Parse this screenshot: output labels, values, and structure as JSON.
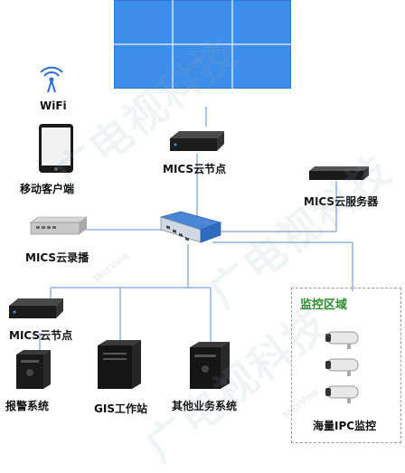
{
  "nodes": {
    "wifi": "WiFi",
    "mobile_client": "移动客户端",
    "mics_cloud_node_top": "MICS云节点",
    "mics_cloud_server": "MICS云服务器",
    "mics_cloud_recorder": "MICS云录播",
    "mics_cloud_node_left": "MICS云节点",
    "alarm_system": "报警系统",
    "gis_workstation": "GIS工作站",
    "other_systems": "其他业务系统",
    "monitor_zone_title": "监控区域",
    "ipc_monitor": "海量IPC监控"
  },
  "watermark": {
    "brand_cn": "广电视科技",
    "brand_en": "MicsView"
  },
  "colors": {
    "video_wall": "#3d8ee8",
    "line": "#8fb4d8",
    "zone_title": "#2e8b2e",
    "zone_border": "#9a9a9a"
  }
}
